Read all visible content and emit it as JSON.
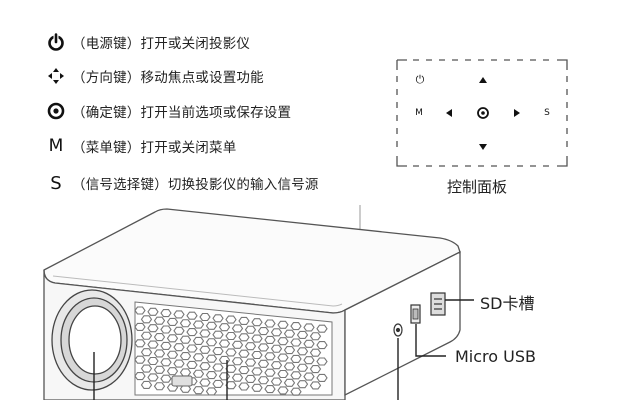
{
  "legend": [
    {
      "icon": "power-icon",
      "symbol": "⏻",
      "text": "（电源键）打开或关闭投影仪"
    },
    {
      "icon": "direction-icon",
      "symbol": "",
      "text": "（方向键）移动焦点或设置功能"
    },
    {
      "icon": "ok-icon",
      "symbol": "⊙",
      "text": "（确定键）打开当前选项或保存设置"
    },
    {
      "icon": "menu-letter",
      "symbol": "M",
      "text": "（菜单键）打开或关闭菜单"
    },
    {
      "icon": "source-letter",
      "symbol": "S",
      "text": "（信号选择键）切换投影仪的输入信号源"
    }
  ],
  "control_panel": {
    "caption": "控制面板",
    "keys": {
      "power": "⏻",
      "menu": "M",
      "source": "S"
    }
  },
  "callouts": {
    "sd_slot": "SD卡槽",
    "micro_usb": "Micro USB"
  }
}
